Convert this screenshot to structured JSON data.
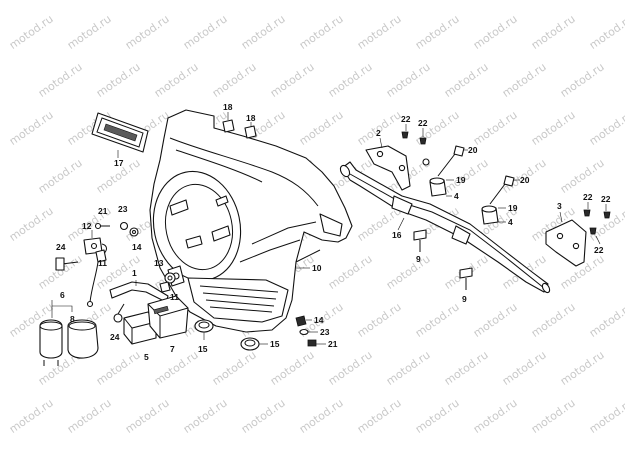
{
  "watermark": {
    "text": "motod.ru",
    "color": "#c9c9c9"
  },
  "callouts": [
    {
      "id": "c17",
      "text": "17"
    },
    {
      "id": "c18a",
      "text": "18"
    },
    {
      "id": "c18b",
      "text": "18"
    },
    {
      "id": "c2",
      "text": "2"
    },
    {
      "id": "c22a",
      "text": "22"
    },
    {
      "id": "c22b",
      "text": "22"
    },
    {
      "id": "c20a",
      "text": "20"
    },
    {
      "id": "c19a",
      "text": "19"
    },
    {
      "id": "c4a",
      "text": "4"
    },
    {
      "id": "c20b",
      "text": "20"
    },
    {
      "id": "c19b",
      "text": "19"
    },
    {
      "id": "c4b",
      "text": "4"
    },
    {
      "id": "c16",
      "text": "16"
    },
    {
      "id": "c9a",
      "text": "9"
    },
    {
      "id": "c9b",
      "text": "9"
    },
    {
      "id": "c3",
      "text": "3"
    },
    {
      "id": "c22c",
      "text": "22"
    },
    {
      "id": "c22d",
      "text": "22"
    },
    {
      "id": "c22e",
      "text": "22"
    },
    {
      "id": "c21a",
      "text": "21"
    },
    {
      "id": "c23a",
      "text": "23"
    },
    {
      "id": "c12",
      "text": "12"
    },
    {
      "id": "c14a",
      "text": "14"
    },
    {
      "id": "c24a",
      "text": "24"
    },
    {
      "id": "c11a",
      "text": "11"
    },
    {
      "id": "c13",
      "text": "13"
    },
    {
      "id": "c1",
      "text": "1"
    },
    {
      "id": "c11b",
      "text": "11"
    },
    {
      "id": "c10",
      "text": "10"
    },
    {
      "id": "c6",
      "text": "6"
    },
    {
      "id": "c8",
      "text": "8"
    },
    {
      "id": "c24b",
      "text": "24"
    },
    {
      "id": "c5",
      "text": "5"
    },
    {
      "id": "c7",
      "text": "7"
    },
    {
      "id": "c15a",
      "text": "15"
    },
    {
      "id": "c14b",
      "text": "14"
    },
    {
      "id": "c23b",
      "text": "23"
    },
    {
      "id": "c15b",
      "text": "15"
    },
    {
      "id": "c21b",
      "text": "21"
    }
  ]
}
